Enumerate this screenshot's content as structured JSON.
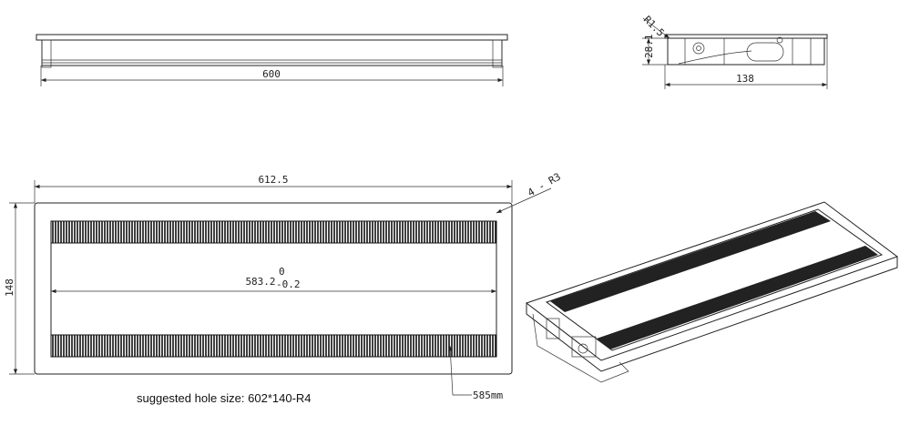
{
  "top_view": {
    "width_label": "600"
  },
  "side_view": {
    "width_label": "138",
    "height_label": "28.1",
    "radius_label": "R1.5"
  },
  "plan_view": {
    "outer_width_label": "612.5",
    "outer_height_label": "148",
    "inner_width_label": "583.2",
    "tolerance_upper": "0",
    "tolerance_lower": "-0.2",
    "corner_label": "4 - R3",
    "brush_length_label": "585mm"
  },
  "caption": "suggested hole size: 602*140-R4"
}
